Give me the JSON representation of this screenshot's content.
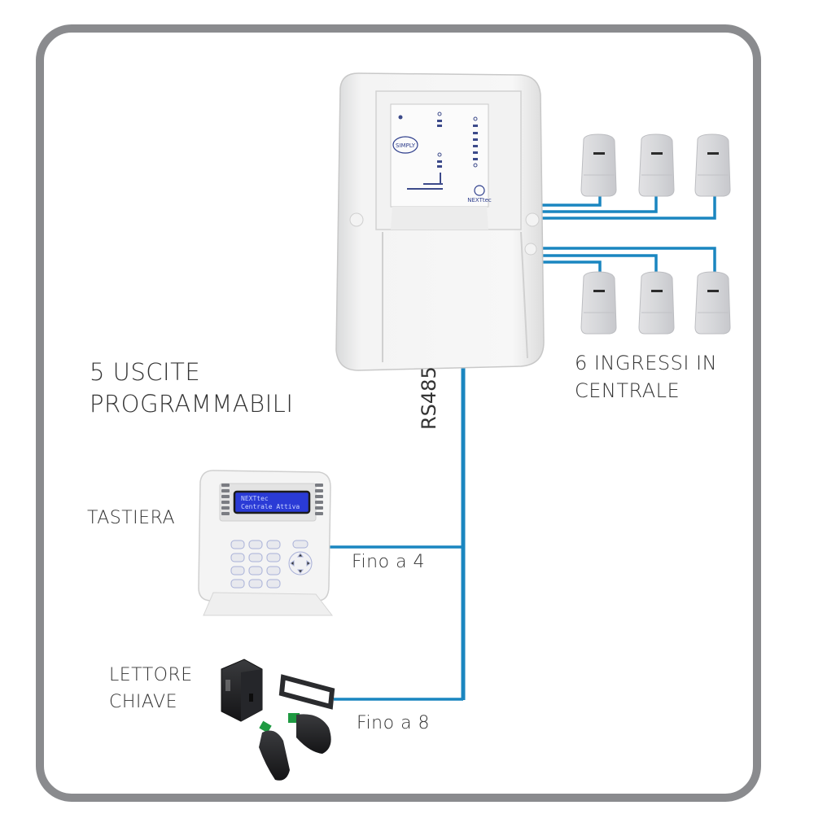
{
  "colors": {
    "wire": "#1a86c0",
    "frame": "#8a8b8e",
    "text": "#333333",
    "lcd": "#2a3bd6"
  },
  "labels": {
    "outputs_line1": "5 USCITE",
    "outputs_line2": "PROGRAMMABILI",
    "inputs_line1": "6 INGRESSI IN",
    "inputs_line2": "CENTRALE",
    "bus": "RS485",
    "keypad": "TASTIERA",
    "keypad_limit": "Fino a 4",
    "reader_line1": "LETTORE",
    "reader_line2": "CHIAVE",
    "reader_limit": "Fino a 8"
  },
  "control_panel": {
    "brand_logo": "SIMPLY",
    "maker_logo": "NEXTtec"
  },
  "keypad": {
    "lcd_line1": "NEXTtec",
    "lcd_line2": "Centrale  Attiva"
  },
  "sensors": {
    "count": 6,
    "rows": 2,
    "per_row": 3
  }
}
